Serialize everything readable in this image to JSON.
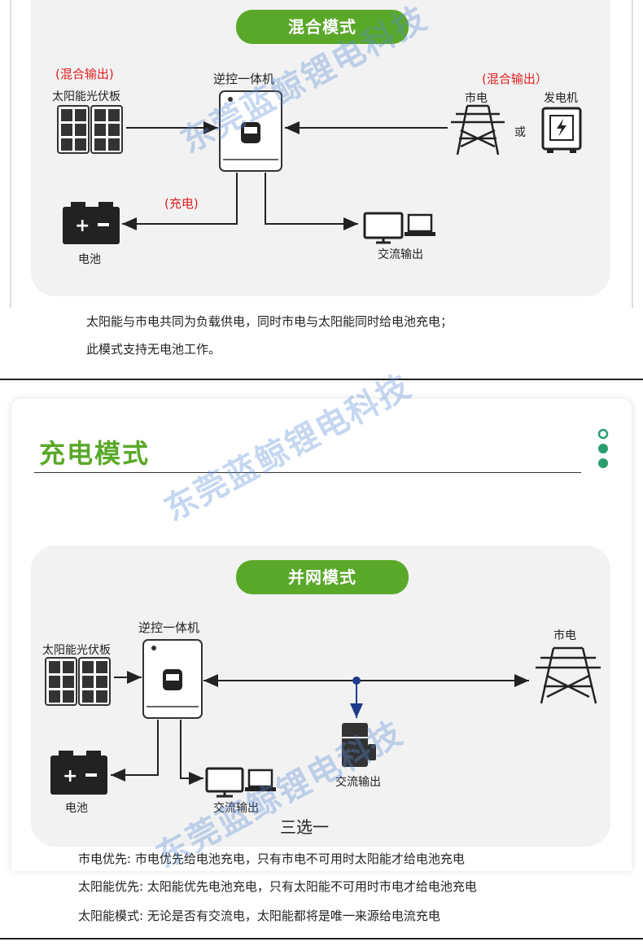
{
  "section1": {
    "mode_title": "混合模式",
    "solar_note": "(混合输出)",
    "solar_label": "太阳能光伏板",
    "inverter_label": "逆控一体机",
    "grid_note": "(混合输出）",
    "grid_label": "市电",
    "or_label": "或",
    "generator_label": "发电机",
    "charge_note": "(充电)",
    "battery_label": "电池",
    "ac_output_label": "交流输出",
    "desc_line1": "太阳能与市电共同为负载供电，同时市电与太阳能同时给电池充电；",
    "desc_line2": "此模式支持无电池工作。"
  },
  "section2": {
    "heading": "充电模式",
    "mode_title": "并网模式",
    "inverter_label": "逆控一体机",
    "solar_label": "太阳能光伏板",
    "grid_label": "市电",
    "ac_output_center_label": "交流输出",
    "battery_label": "电池",
    "ac_output_label": "交流输出",
    "choose_label": "三选一",
    "options": [
      "市电优先: 市电优先给电池充电，只有市电不可用时太阳能才给电池充电",
      "太阳能优先: 太阳能优先电池充电，只有太阳能不可用时市电才给电池充电",
      "太阳能模式: 无论是否有交流电，太阳能都将是唯一来源给电流充电"
    ]
  },
  "watermark": "东莞蓝鲸锂电科技",
  "colors": {
    "green": "#5aa829",
    "red": "#e02020",
    "panel": "#f2f2f2",
    "dark": "#333333"
  }
}
